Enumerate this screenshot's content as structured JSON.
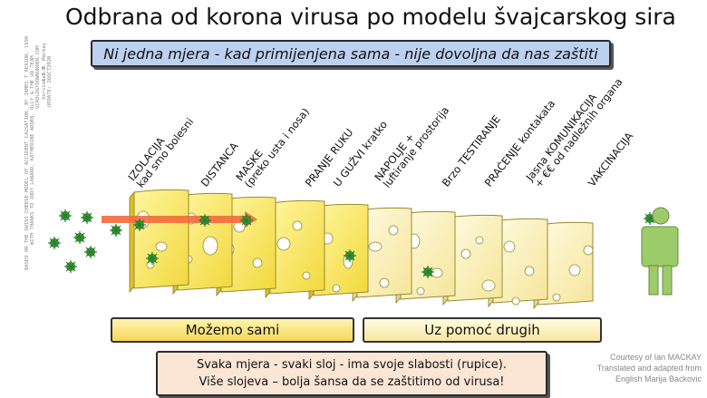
{
  "title": "Odbrana od korona virusa po modelu švajcarskog sira",
  "subtitle": "Ni jedna mjera - kad primijenjena sama - nije dovoljna da nas zaštiti",
  "side_credit": [
    "Ian M. Mackay",
    "VIROLOGYDOWNUNDER.COM",
    "WITH THANKS TO JODY LANARD, KATHERINE ARDEN, OLLY & THE UQ TEAM",
    "BASED ON THE SWISS CHEESE MODEL OF ACCIDENT CAUSATION, BY JAMES T REASON, 1990",
    "Version 3.0",
    "UPDATE: 26OCT2020"
  ],
  "layers": [
    {
      "line1": "IZOLACIJA",
      "line2": "kad smo bolesni"
    },
    {
      "line1": "DISTANCA",
      "line2": ""
    },
    {
      "line1": "MASKE",
      "line2": "(preko usta i nosa)"
    },
    {
      "line1": "PRANJE RUKU",
      "line2": ""
    },
    {
      "line1": "U GUŽVI kratko",
      "line2": ""
    },
    {
      "line1": "NAPOLJE +",
      "line2": "luftiranje prostorija"
    },
    {
      "line1": "Brzo TESTIRANJE",
      "line2": ""
    },
    {
      "line1": "PRAĆENJE kontakata",
      "line2": ""
    },
    {
      "line1": "Jasna KOMUNIKACIJA",
      "line2": "+ €€ od nadležnih organa"
    },
    {
      "line1": "VAKCINACIJA",
      "line2": ""
    }
  ],
  "banners": {
    "self": "Možemo sami",
    "others": "Uz pomoć drugih"
  },
  "bottom": {
    "line1": "Svaka mjera - svaki sloj - ima svoje slabosti (rupice).",
    "line2": "Više slojeva – bolja šansa da se zaštitimo od virusa!"
  },
  "credit": {
    "line1": "Courtesy of Ian MACKAY",
    "line2": "Translated and adapted from",
    "line3": "English Marija Backovic"
  },
  "colors": {
    "cheese_personal": "#f6e34a",
    "cheese_shared": "#faf0a8",
    "virus": "#3ea83a",
    "arrow": "#f26a3c",
    "person": "#9ccb6a",
    "subtitle_bg": "#bcd1f0",
    "bottom_bg": "#fbe6d6"
  },
  "icons": [
    "virus-icon",
    "arrow-icon",
    "person-icon",
    "cheese-slice-icon"
  ]
}
